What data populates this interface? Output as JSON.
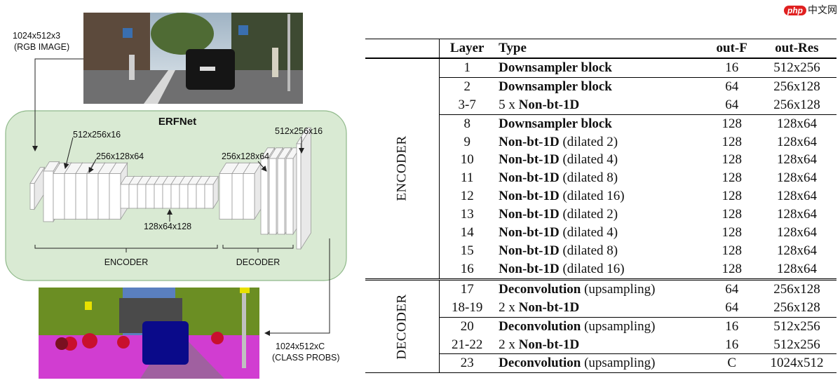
{
  "watermark": {
    "badge": "php",
    "text": "中文网"
  },
  "diagram": {
    "title": "ERFNet",
    "input_label_1": "1024x512x3",
    "input_label_2": "(RGB IMAGE)",
    "enc_label_1": "512x256x16",
    "enc_label_2": "256x128x64",
    "bottleneck_label": "128x64x128",
    "dec_label_1": "256x128x64",
    "dec_label_2": "512x256x16",
    "encoder_label": "ENCODER",
    "decoder_label": "DECODER",
    "output_label_1": "1024x512xC",
    "output_label_2": "(CLASS PROBS)",
    "colors": {
      "panel": "#d9ead3",
      "panel_border": "#8fb98a",
      "road": "#d13dd1",
      "car": "#0a0a8a",
      "person": "#c8102e",
      "vegetation": "#6b8e23",
      "sky": "#5a7fbf"
    }
  },
  "table": {
    "headers": {
      "layer": "Layer",
      "type": "Type",
      "outf": "out-F",
      "outres": "out-Res"
    },
    "encoder_label": "ENCODER",
    "decoder_label": "DECODER",
    "rows": [
      {
        "layer": "1",
        "bold": "Downsampler block",
        "rest": "",
        "outf": "16",
        "outres": "512x256"
      },
      {
        "layer": "2",
        "bold": "Downsampler block",
        "rest": "",
        "outf": "64",
        "outres": "256x128"
      },
      {
        "layer": "3-7",
        "pre": "5 x ",
        "bold": "Non-bt-1D",
        "rest": "",
        "outf": "64",
        "outres": "256x128"
      },
      {
        "layer": "8",
        "bold": "Downsampler block",
        "rest": "",
        "outf": "128",
        "outres": "128x64"
      },
      {
        "layer": "9",
        "bold": "Non-bt-1D",
        "rest": " (dilated 2)",
        "outf": "128",
        "outres": "128x64"
      },
      {
        "layer": "10",
        "bold": "Non-bt-1D",
        "rest": " (dilated 4)",
        "outf": "128",
        "outres": "128x64"
      },
      {
        "layer": "11",
        "bold": "Non-bt-1D",
        "rest": " (dilated 8)",
        "outf": "128",
        "outres": "128x64"
      },
      {
        "layer": "12",
        "bold": "Non-bt-1D",
        "rest": " (dilated 16)",
        "outf": "128",
        "outres": "128x64"
      },
      {
        "layer": "13",
        "bold": "Non-bt-1D",
        "rest": " (dilated 2)",
        "outf": "128",
        "outres": "128x64"
      },
      {
        "layer": "14",
        "bold": "Non-bt-1D",
        "rest": " (dilated 4)",
        "outf": "128",
        "outres": "128x64"
      },
      {
        "layer": "15",
        "bold": "Non-bt-1D",
        "rest": " (dilated 8)",
        "outf": "128",
        "outres": "128x64"
      },
      {
        "layer": "16",
        "bold": "Non-bt-1D",
        "rest": " (dilated 16)",
        "outf": "128",
        "outres": "128x64"
      },
      {
        "layer": "17",
        "bold": "Deconvolution",
        "rest": " (upsampling)",
        "outf": "64",
        "outres": "256x128"
      },
      {
        "layer": "18-19",
        "pre": "2 x ",
        "bold": "Non-bt-1D",
        "rest": "",
        "outf": "64",
        "outres": "256x128"
      },
      {
        "layer": "20",
        "bold": "Deconvolution",
        "rest": " (upsampling)",
        "outf": "16",
        "outres": "512x256"
      },
      {
        "layer": "21-22",
        "pre": "2 x ",
        "bold": "Non-bt-1D",
        "rest": "",
        "outf": "16",
        "outres": "512x256"
      },
      {
        "layer": "23",
        "bold": "Deconvolution",
        "rest": " (upsampling)",
        "outf": "C",
        "outres": "1024x512"
      }
    ]
  }
}
